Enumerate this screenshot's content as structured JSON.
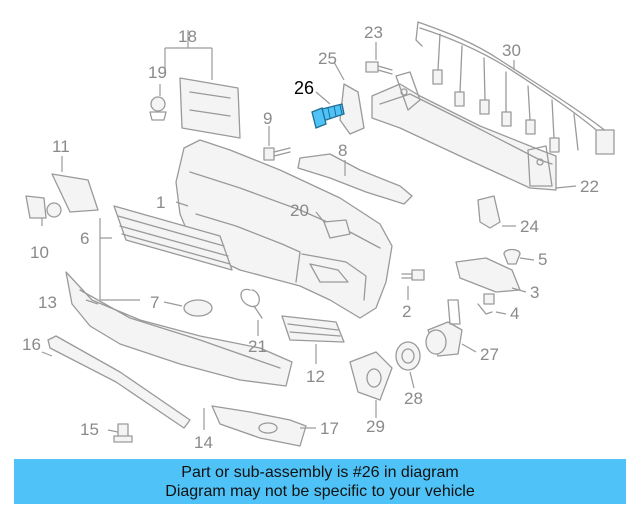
{
  "diagram": {
    "highlight_part": "26",
    "highlight_color": "#4fc3f7",
    "callouts": [
      {
        "id": "1",
        "label": "1"
      },
      {
        "id": "2",
        "label": "2"
      },
      {
        "id": "3",
        "label": "3"
      },
      {
        "id": "4",
        "label": "4"
      },
      {
        "id": "5",
        "label": "5"
      },
      {
        "id": "6",
        "label": "6"
      },
      {
        "id": "7",
        "label": "7"
      },
      {
        "id": "8",
        "label": "8"
      },
      {
        "id": "9",
        "label": "9"
      },
      {
        "id": "10",
        "label": "10"
      },
      {
        "id": "11",
        "label": "11"
      },
      {
        "id": "12",
        "label": "12"
      },
      {
        "id": "13",
        "label": "13"
      },
      {
        "id": "14",
        "label": "14"
      },
      {
        "id": "15",
        "label": "15"
      },
      {
        "id": "16",
        "label": "16"
      },
      {
        "id": "17",
        "label": "17"
      },
      {
        "id": "18",
        "label": "18"
      },
      {
        "id": "19",
        "label": "19"
      },
      {
        "id": "20",
        "label": "20"
      },
      {
        "id": "21",
        "label": "21"
      },
      {
        "id": "22",
        "label": "22"
      },
      {
        "id": "23",
        "label": "23"
      },
      {
        "id": "24",
        "label": "24"
      },
      {
        "id": "25",
        "label": "25"
      },
      {
        "id": "26",
        "label": "26"
      },
      {
        "id": "27",
        "label": "27"
      },
      {
        "id": "28",
        "label": "28"
      },
      {
        "id": "29",
        "label": "29"
      },
      {
        "id": "30",
        "label": "30"
      }
    ]
  },
  "banner": {
    "line1": "Part or sub-assembly is #26 in diagram",
    "line2": "Diagram may not be specific to your vehicle",
    "background": "#4fc3f7"
  }
}
